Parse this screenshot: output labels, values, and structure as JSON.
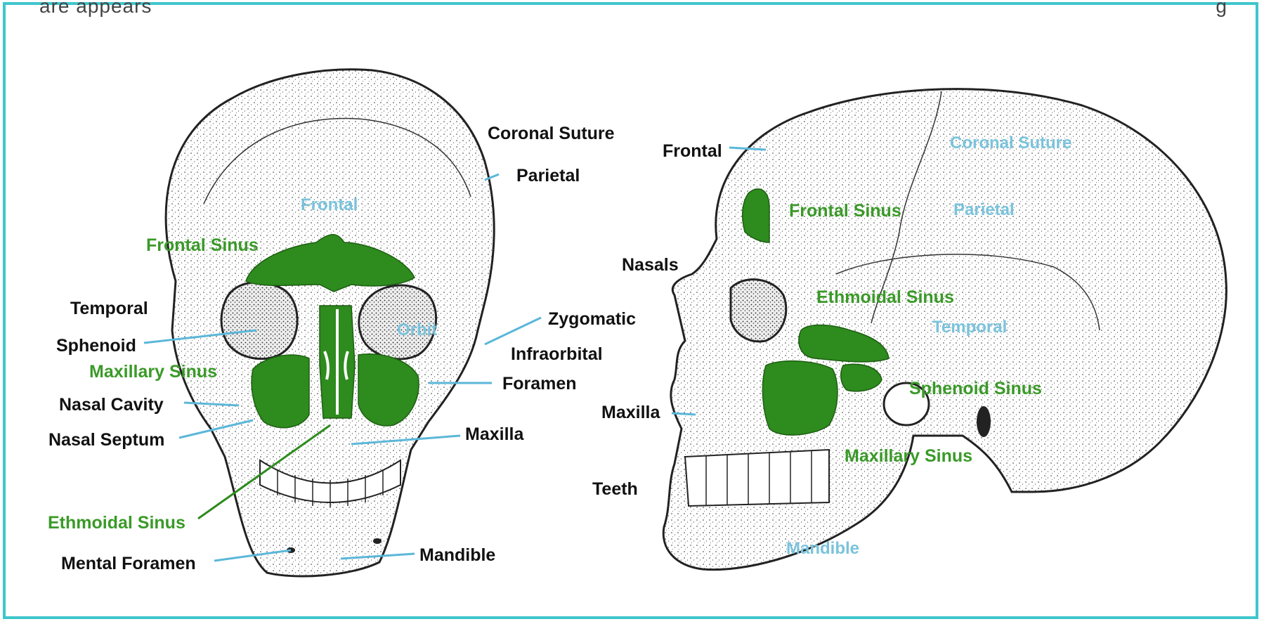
{
  "colors": {
    "frame": "#3fc6cc",
    "sinus_fill": "#2e8b1e",
    "green_label": "#3a9a28",
    "black_label": "#111111",
    "blue_label": "#7ac3dc",
    "leader_line": "#5bb7d8"
  },
  "top_fragment": {
    "left": "are appears",
    "right": "g"
  },
  "front_view": {
    "black_labels": {
      "coronal_suture": "Coronal Suture",
      "parietal": "Parietal",
      "temporal": "Temporal",
      "sphenoid": "Sphenoid",
      "nasal_cavity": "Nasal Cavity",
      "nasal_septum": "Nasal Septum",
      "zygomatic": "Zygomatic",
      "infraorbital": "Infraorbital",
      "foramen": "Foramen",
      "maxilla": "Maxilla",
      "mental_foramen": "Mental Foramen",
      "mandible": "Mandible"
    },
    "green_labels": {
      "frontal_sinus": "Frontal Sinus",
      "maxillary_sinus": "Maxillary Sinus",
      "ethmoidal_sinus": "Ethmoidal Sinus"
    },
    "blue_labels": {
      "frontal": "Frontal",
      "orbit": "Orbit"
    }
  },
  "side_view": {
    "black_labels": {
      "frontal": "Frontal",
      "nasals": "Nasals",
      "maxilla": "Maxilla",
      "teeth": "Teeth"
    },
    "green_labels": {
      "frontal_sinus": "Frontal Sinus",
      "ethmoidal_sinus": "Ethmoidal Sinus",
      "sphenoid_sinus": "Sphenoid Sinus",
      "maxillary_sinus": "Maxillary Sinus"
    },
    "blue_labels": {
      "coronal_suture": "Coronal Suture",
      "parietal": "Parietal",
      "temporal": "Temporal",
      "mandible": "Mandible"
    }
  }
}
